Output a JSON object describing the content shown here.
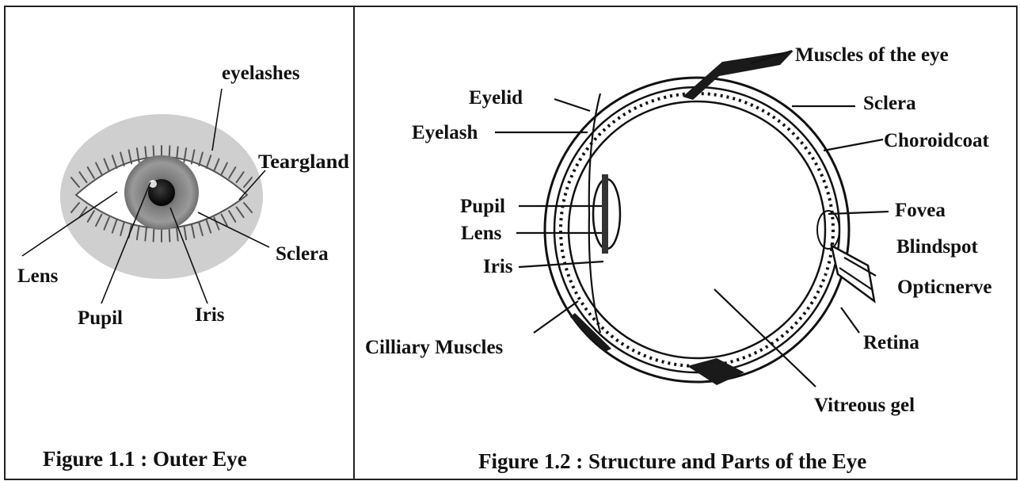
{
  "figure1": {
    "caption": "Figure 1.1 : Outer Eye",
    "labels": {
      "eyelashes": "eyelashes",
      "teargland": "Teargland",
      "sclera": "Sclera",
      "lens": "Lens",
      "pupil": "Pupil",
      "iris": "Iris"
    }
  },
  "figure2": {
    "caption": "Figure 1.2 : Structure and Parts of the Eye",
    "labels": {
      "muscles": "Muscles of the eye",
      "eyelid": "Eyelid",
      "sclera": "Sclera",
      "eyelash": "Eyelash",
      "choroid": "Choroidcoat",
      "pupil": "Pupil",
      "fovea": "Fovea",
      "lens": "Lens",
      "blindspot": "Blindspot",
      "iris": "Iris",
      "opticnerve": "Opticnerve",
      "ciliary": "Cilliary Muscles",
      "retina": "Retina",
      "vitreous": "Vitreous gel"
    }
  }
}
